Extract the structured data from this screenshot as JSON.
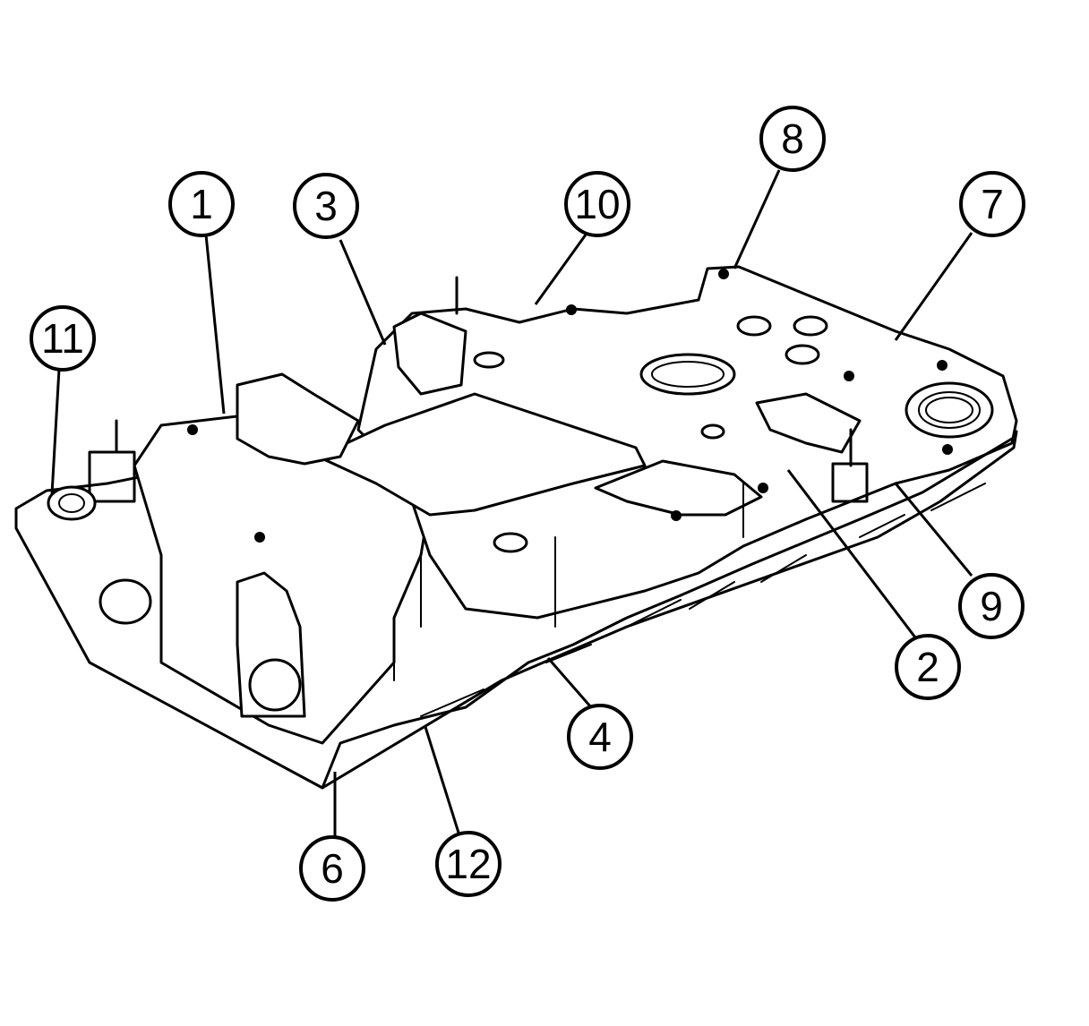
{
  "callouts": [
    {
      "id": "1",
      "label": "1"
    },
    {
      "id": "2",
      "label": "2"
    },
    {
      "id": "3",
      "label": "3"
    },
    {
      "id": "4",
      "label": "4"
    },
    {
      "id": "6",
      "label": "6"
    },
    {
      "id": "7",
      "label": "7"
    },
    {
      "id": "8",
      "label": "8"
    },
    {
      "id": "9",
      "label": "9"
    },
    {
      "id": "10",
      "label": "10"
    },
    {
      "id": "11",
      "label": "11"
    },
    {
      "id": "12",
      "label": "12"
    }
  ]
}
